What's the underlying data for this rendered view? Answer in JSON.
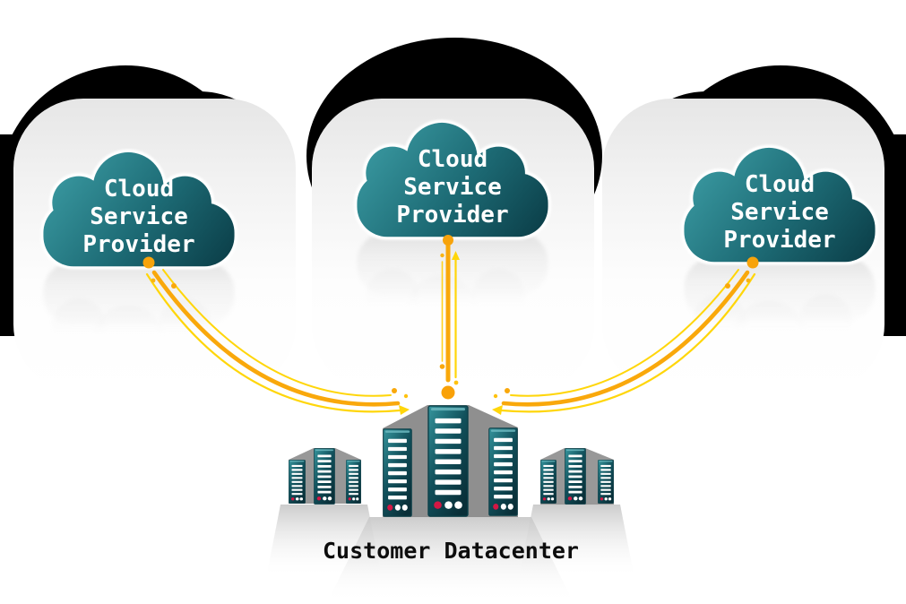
{
  "diagram": {
    "clouds": [
      {
        "id": "left",
        "label_lines": [
          "Cloud",
          "Service",
          "Provider"
        ]
      },
      {
        "id": "middle",
        "label_lines": [
          "Cloud",
          "Service",
          "Provider"
        ]
      },
      {
        "id": "right",
        "label_lines": [
          "Cloud",
          "Service",
          "Provider"
        ]
      }
    ],
    "datacenter_label": "Customer Datacenter",
    "colors": {
      "cloud_teal_light": "#38969e",
      "cloud_teal_dark": "#0b3e48",
      "silhouette_black": "#000000",
      "card_edge_gray": "#e6e6e6",
      "connection_orange": "#f9a80b",
      "connection_yellow": "#ffd60a",
      "server_teal_light": "#35949c",
      "server_teal_dark": "#092f38",
      "server_indicator_red": "#d41744",
      "server_slat_white": "#ffffff",
      "shadow_gray": "#8f8f8f",
      "floor_gray": "#c9c9c9"
    }
  }
}
